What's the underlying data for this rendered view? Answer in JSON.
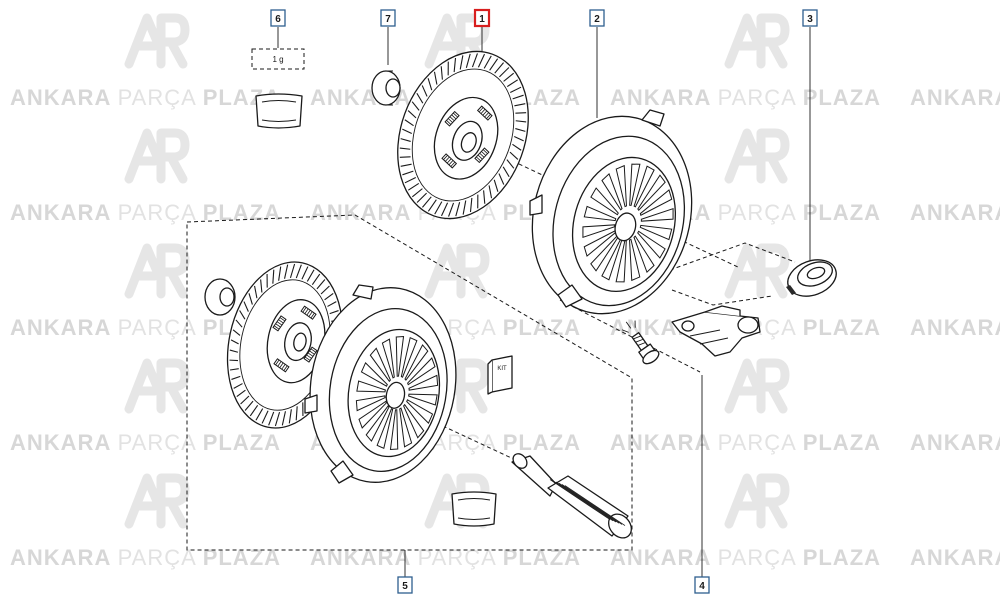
{
  "watermark": {
    "brand_bold": "ANKARA",
    "brand_thin": "PARÇA",
    "brand_bold2": "PLAZA"
  },
  "callouts": [
    {
      "id": "1",
      "label": "1",
      "highlighted": true
    },
    {
      "id": "2",
      "label": "2",
      "highlighted": false
    },
    {
      "id": "3",
      "label": "3",
      "highlighted": false
    },
    {
      "id": "4",
      "label": "4",
      "highlighted": false
    },
    {
      "id": "5",
      "label": "5",
      "highlighted": false
    },
    {
      "id": "6",
      "label": "6",
      "highlighted": false
    },
    {
      "id": "7",
      "label": "7",
      "highlighted": false
    }
  ],
  "grease_box_label": "1 g",
  "manual_label": "KIT",
  "colors": {
    "callout_border": "#2e5f8f",
    "callout_highlight": "#d81e1e",
    "watermark": "#d7d7d7",
    "line": "#1a1a1a"
  }
}
